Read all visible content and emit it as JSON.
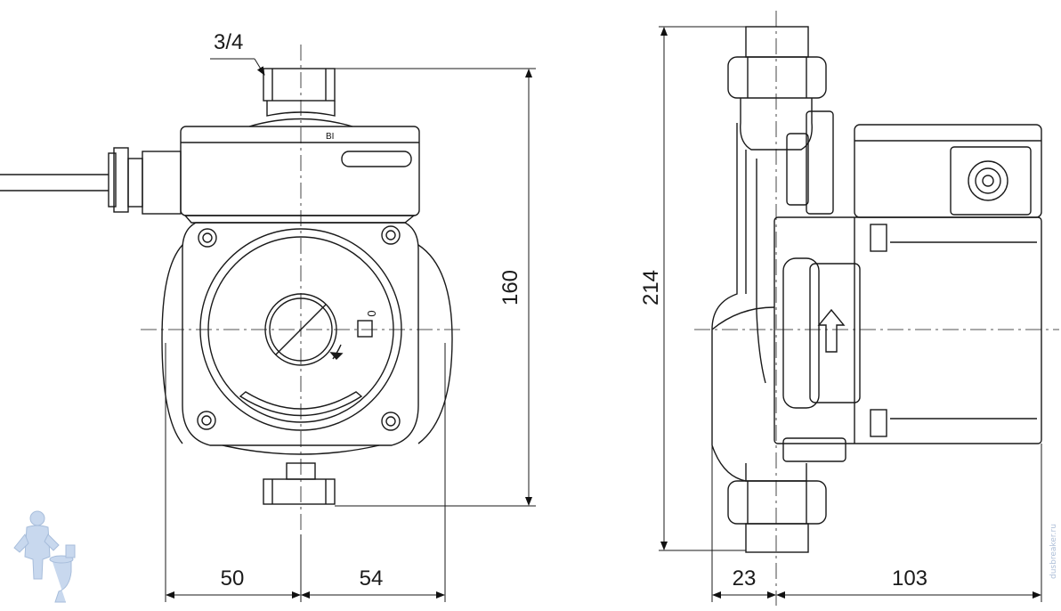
{
  "front_view": {
    "thread_size": "3/4",
    "height_dim": "160",
    "left_offset_dim": "50",
    "right_offset_dim": "54",
    "speed_marker": "0"
  },
  "side_view": {
    "height_dim": "214",
    "left_offset_dim": "23",
    "right_offset_dim": "103"
  },
  "watermark": {
    "icon": "plumber-with-toilet-icon",
    "text": "dusbreaker.ru"
  }
}
